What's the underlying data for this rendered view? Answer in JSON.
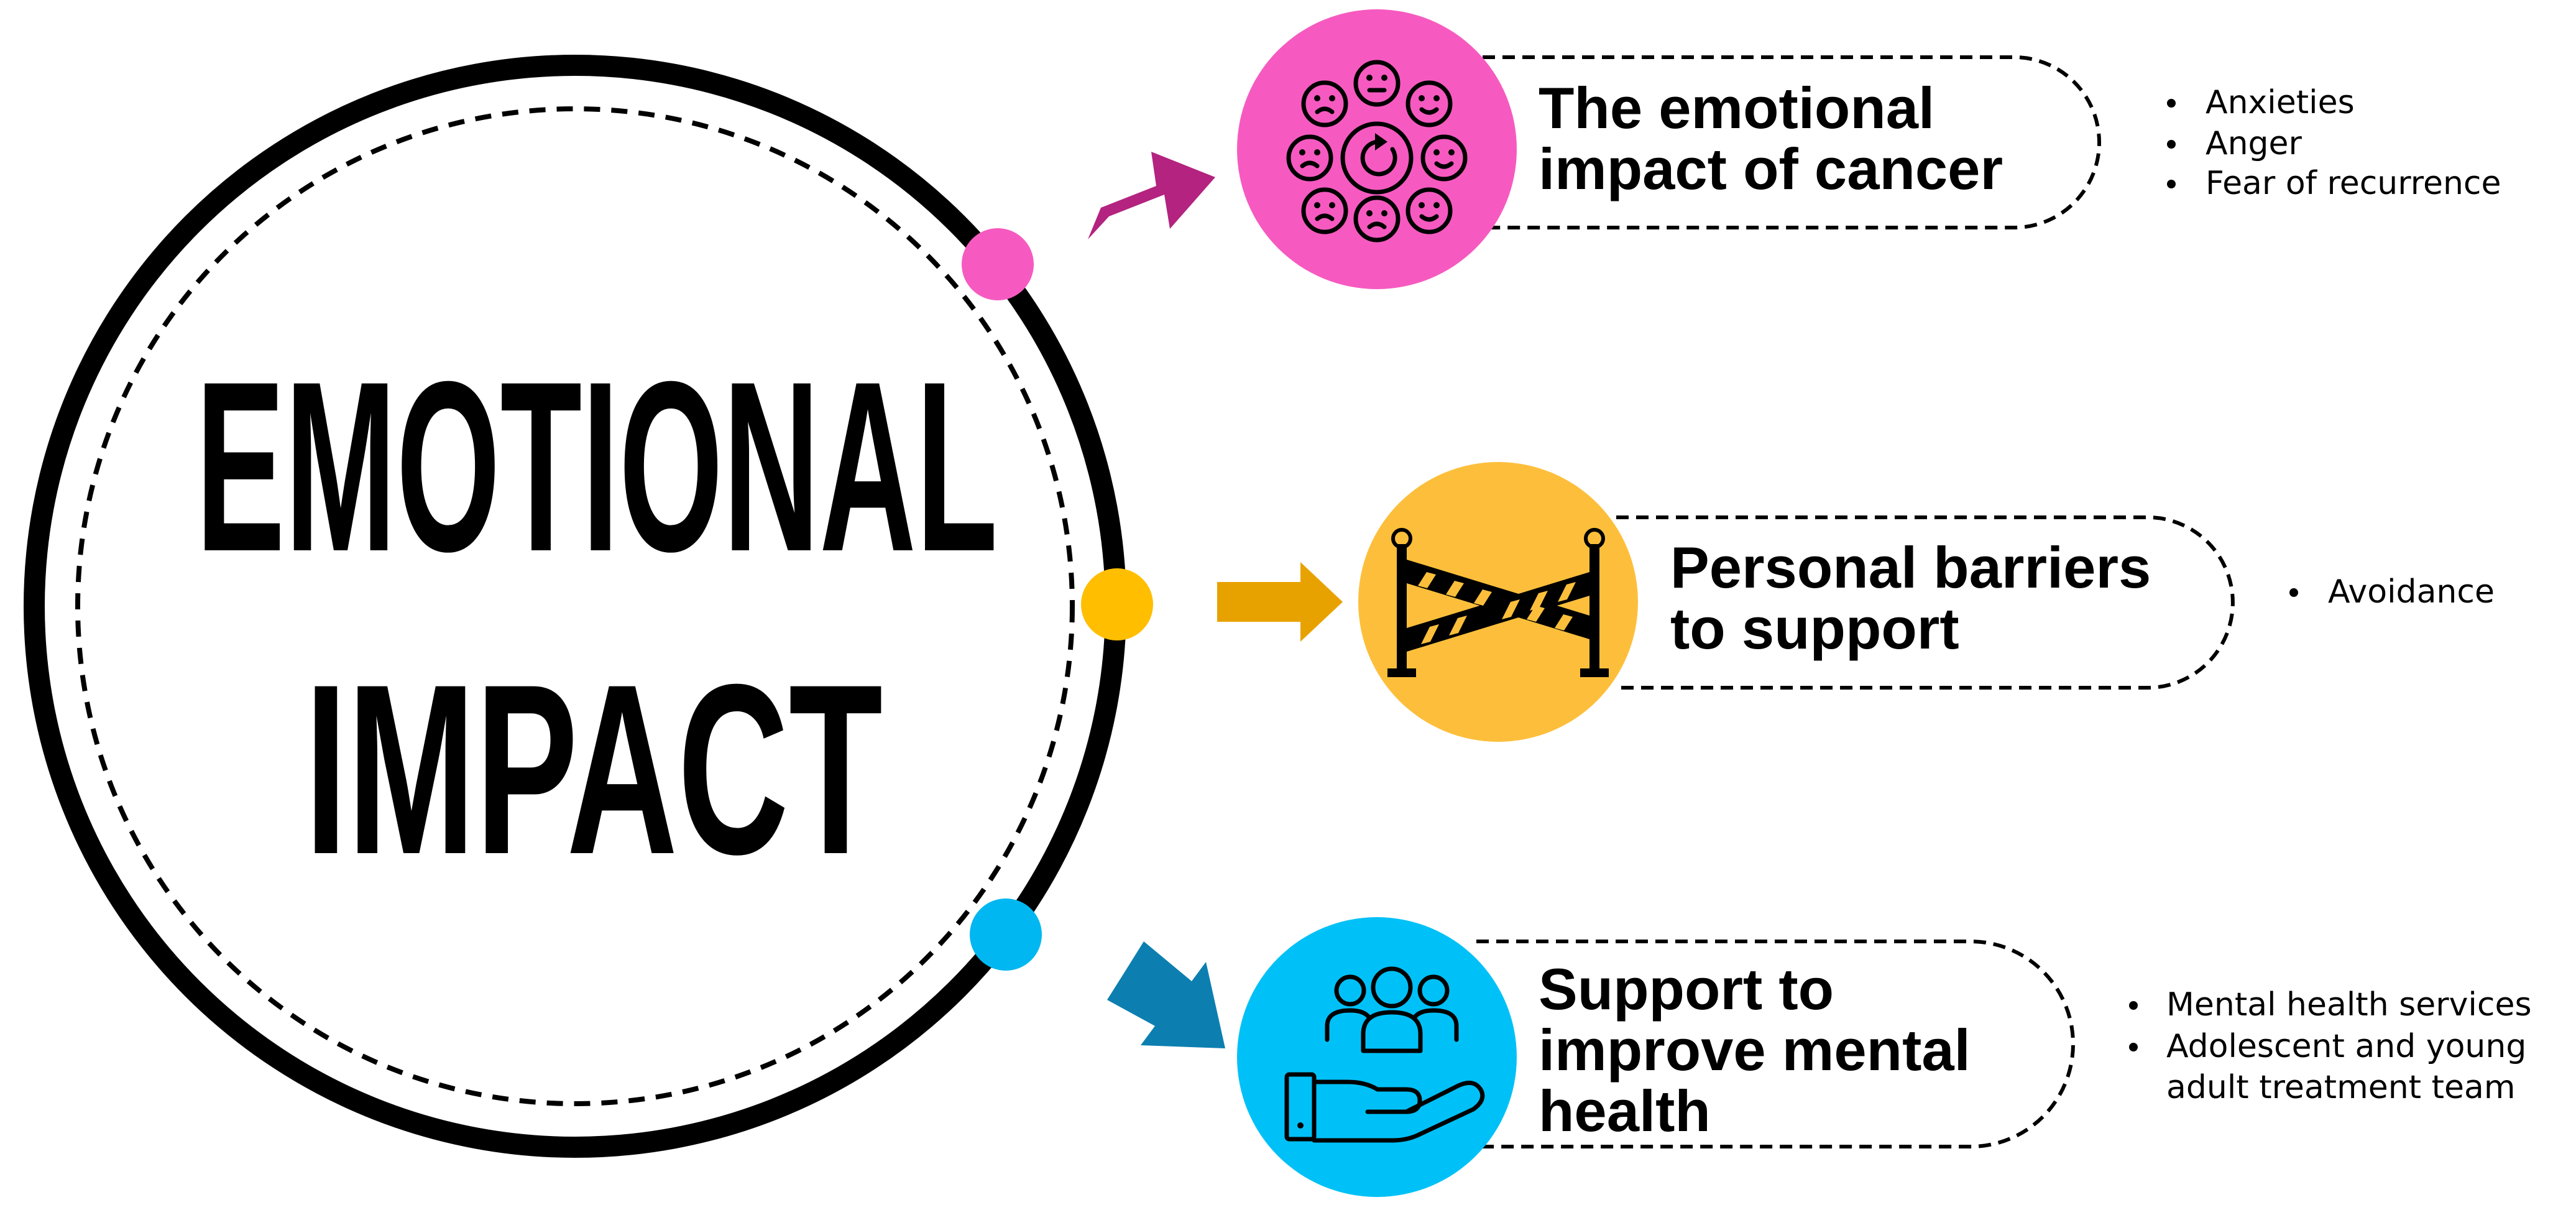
{
  "main_title": {
    "line1": "EMOTIONAL",
    "line2": "IMPACT"
  },
  "colors": {
    "pink": "#f65ac0",
    "pink_arrow": "#b3237f",
    "yellow": "#fdbf3b",
    "yellow_dot": "#ffbe00",
    "yellow_arrow": "#e8a200",
    "blue": "#00c1f7",
    "blue_dot": "#00b7f1",
    "blue_arrow": "#0c7fb0",
    "black": "#000000"
  },
  "themes": [
    {
      "id": "emotional-impact-of-cancer",
      "title_lines": [
        "The emotional",
        "impact of cancer"
      ],
      "icon": "emotions-faces-icon",
      "bullets": [
        "Anxieties",
        "Anger",
        "Fear of recurrence"
      ]
    },
    {
      "id": "personal-barriers-to-support",
      "title_lines": [
        "Personal barriers",
        "to support"
      ],
      "icon": "barrier-tape-icon",
      "bullets": [
        "Avoidance"
      ]
    },
    {
      "id": "support-to-improve-mental-health",
      "title_lines": [
        "Support to",
        "improve mental",
        "health"
      ],
      "icon": "hand-group-support-icon",
      "bullets": [
        "Mental health services",
        "Adolescent and young",
        "adult treatment team"
      ]
    }
  ]
}
